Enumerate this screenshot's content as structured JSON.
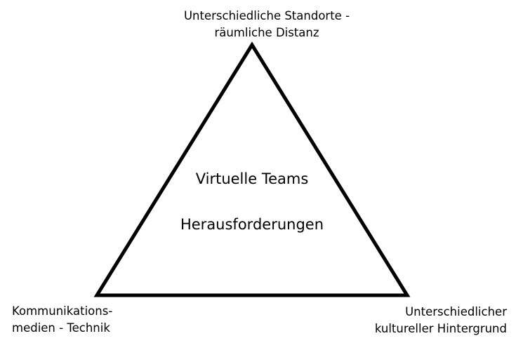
{
  "diagram": {
    "center": {
      "title": "Virtuelle Teams",
      "subtitle": "Herausforderungen"
    },
    "corners": {
      "top": {
        "line1": "Unterschiedliche Standorte -",
        "line2": "räumliche Distanz"
      },
      "bottom_left": {
        "line1": "Kommunikations-",
        "line2": "medien - Technik"
      },
      "bottom_right": {
        "line1": "Unterschiedlicher",
        "line2": "kultureller Hintergrund"
      }
    },
    "colors": {
      "background": "#ffffff",
      "stroke": "#000000",
      "text": "#000000"
    }
  }
}
